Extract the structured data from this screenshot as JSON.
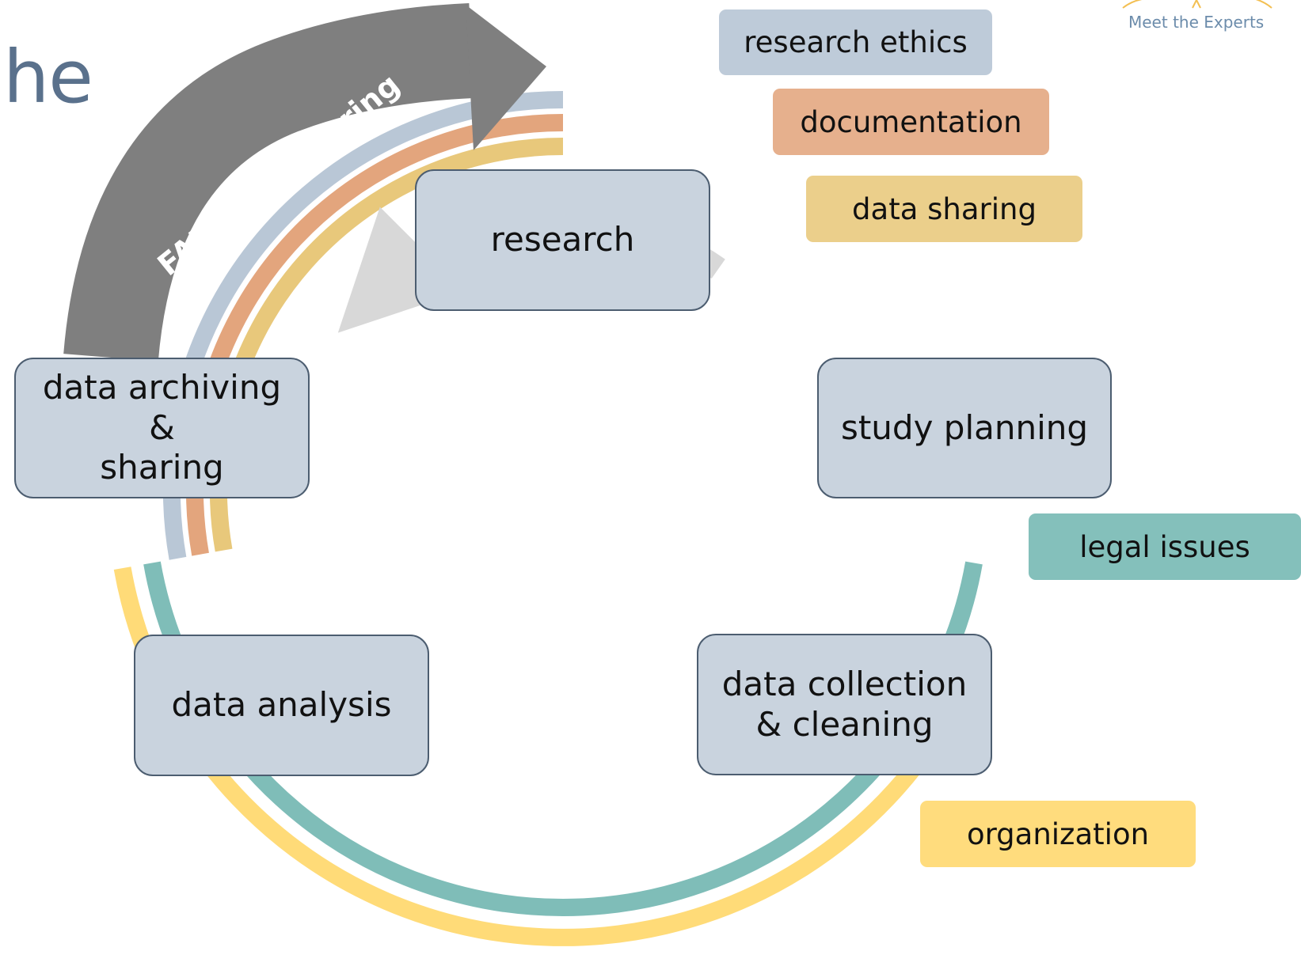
{
  "page": {
    "title_fragment": "he",
    "brand_tagline": "Meet the Experts",
    "colors": {
      "background": "#ffffff",
      "title": "#5a718c",
      "brand": "#6c8cab",
      "box_fill": "#c9d3de",
      "box_border": "#4c5d70",
      "inner_arrow": "#d8d8d8",
      "fair_arrow": "#7f7f7f"
    }
  },
  "diagram": {
    "stages": [
      {
        "id": "research",
        "label": "research"
      },
      {
        "id": "study-planning",
        "label": "study planning"
      },
      {
        "id": "data-collection-cleaning",
        "label": "data collection\n& cleaning"
      },
      {
        "id": "data-analysis",
        "label": "data analysis"
      },
      {
        "id": "data-archiving-sharing",
        "label": "data archiving &\nsharing"
      }
    ],
    "fair_arrow_label": "FAIR data sharing",
    "topics": [
      {
        "id": "research-ethics",
        "label": "research ethics",
        "color": "#b9c7d6",
        "label_fill": "rgba(185,199,214,0.92)"
      },
      {
        "id": "documentation",
        "label": "documentation",
        "color": "#e3a57d",
        "label_fill": "rgba(227,165,125,0.88)"
      },
      {
        "id": "data-sharing",
        "label": "data sharing",
        "color": "#e8c87b",
        "label_fill": "rgba(232,200,123,0.88)"
      },
      {
        "id": "legal-issues",
        "label": "legal issues",
        "color": "#7fbdb8",
        "label_fill": "rgba(127,189,184,0.96)"
      },
      {
        "id": "organization",
        "label": "organization",
        "color": "#ffdb78",
        "label_fill": "rgba(255,219,120,0.96)"
      }
    ]
  }
}
